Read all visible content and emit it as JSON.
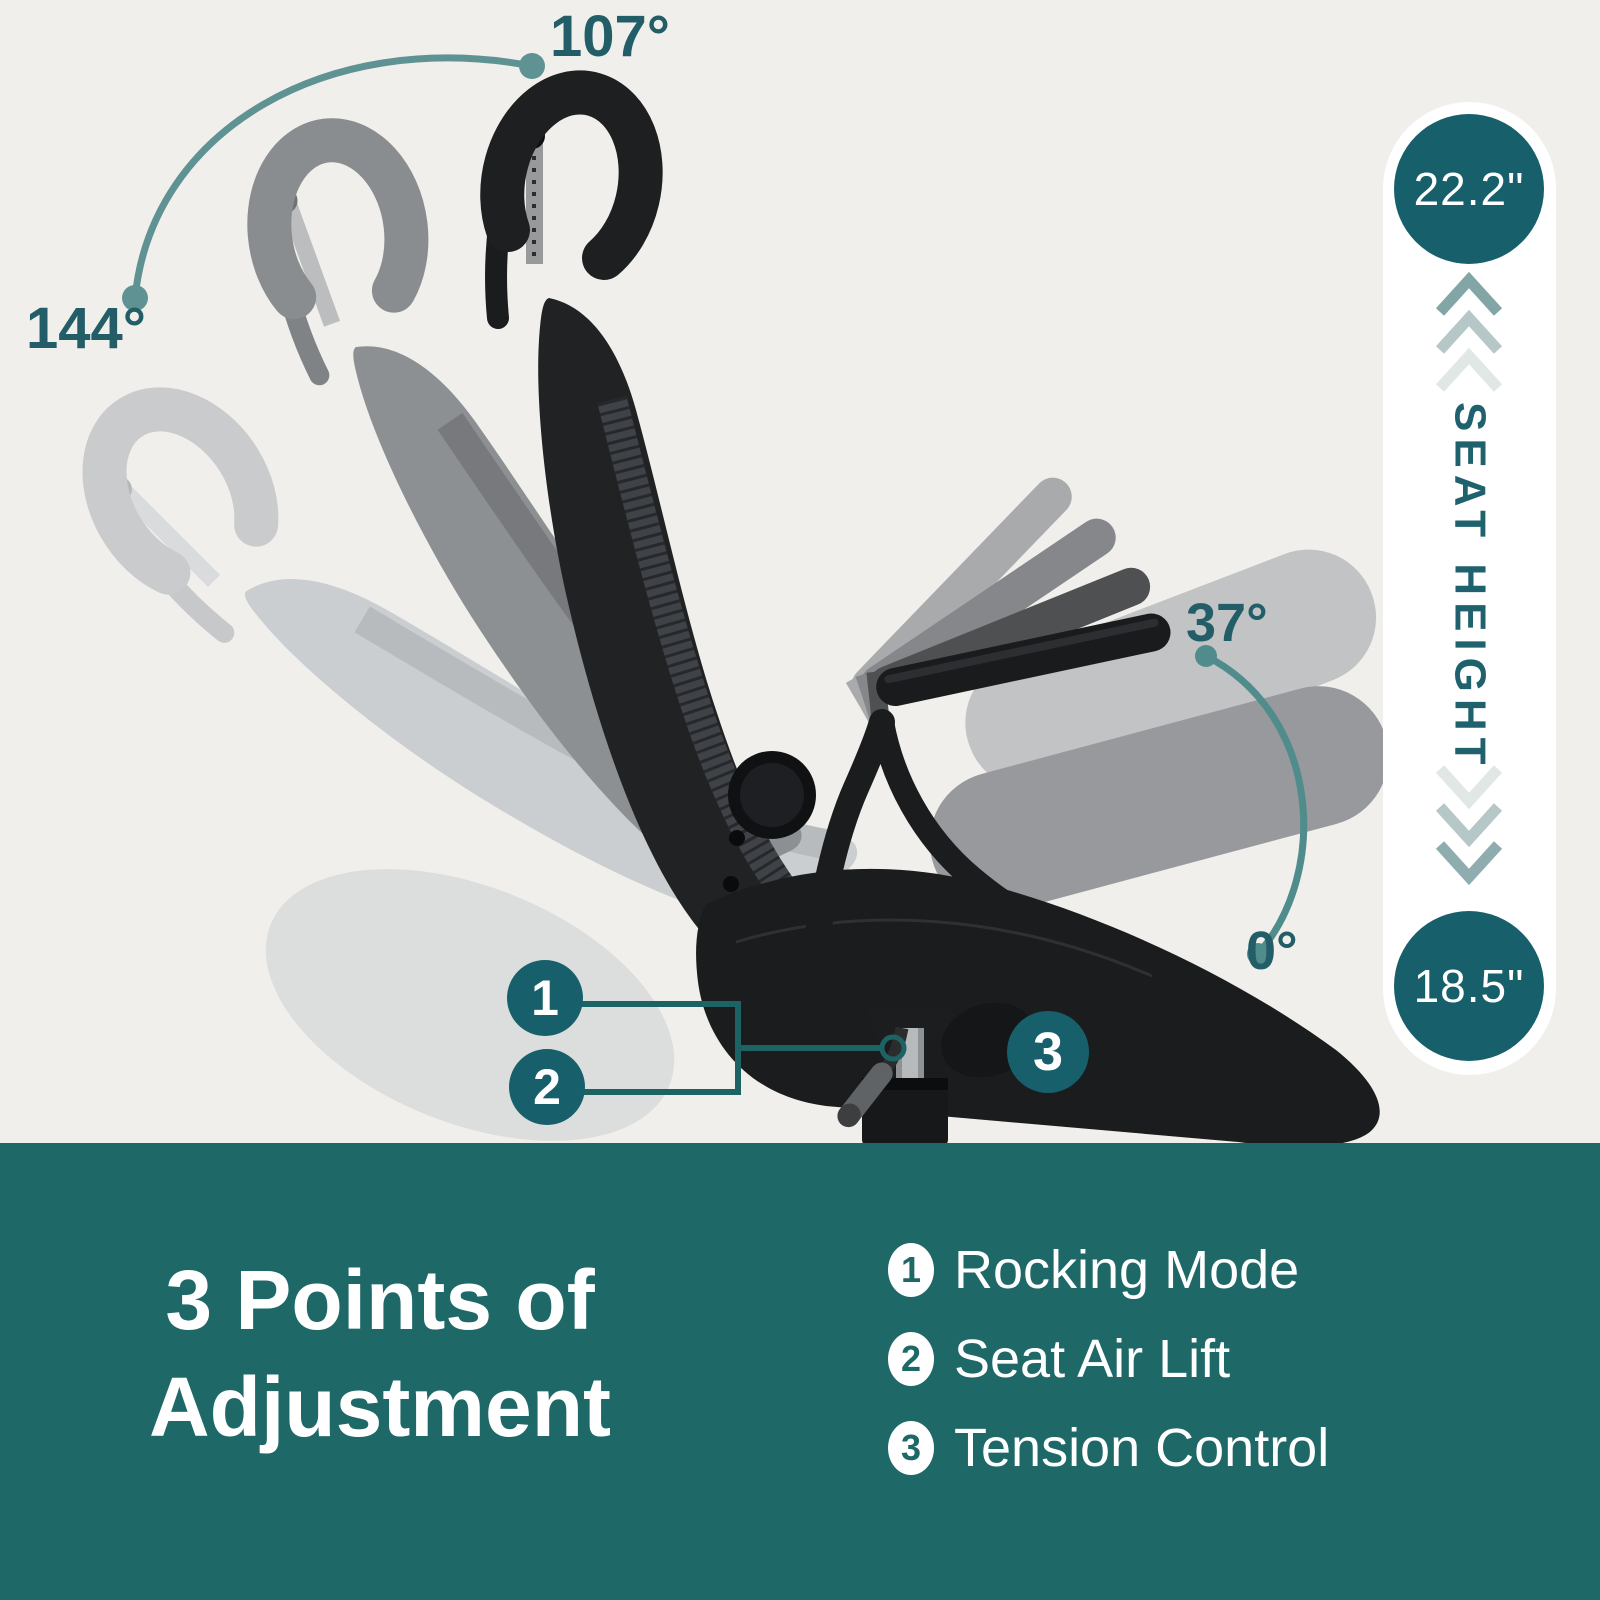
{
  "meta": {
    "description": "Ergonomic office chair adjustment infographic"
  },
  "colors": {
    "background": "#f0efeb",
    "banner": "#1e6868",
    "badge_circle": "#17606b",
    "angle_text": "#235e68",
    "arc": "#5f9393",
    "callout_line": "#1d6363",
    "pill_bg": "#ffffff",
    "chair_black": "#1b1c1e"
  },
  "headrest": {
    "max_angle": "144°",
    "min_angle": "107°"
  },
  "armrest": {
    "max_angle": "37°",
    "min_angle": "0°"
  },
  "seat_height": {
    "label": "SEAT HEIGHT",
    "max": "22.2\"",
    "min": "18.5\""
  },
  "callouts": {
    "c1": "1",
    "c2": "2",
    "c3": "3"
  },
  "banner": {
    "title_line1": "3 Points of",
    "title_line2": "Adjustment",
    "legend": [
      {
        "num": "1",
        "label": "Rocking Mode"
      },
      {
        "num": "2",
        "label": "Seat Air Lift"
      },
      {
        "num": "3",
        "label": "Tension Control"
      }
    ]
  }
}
